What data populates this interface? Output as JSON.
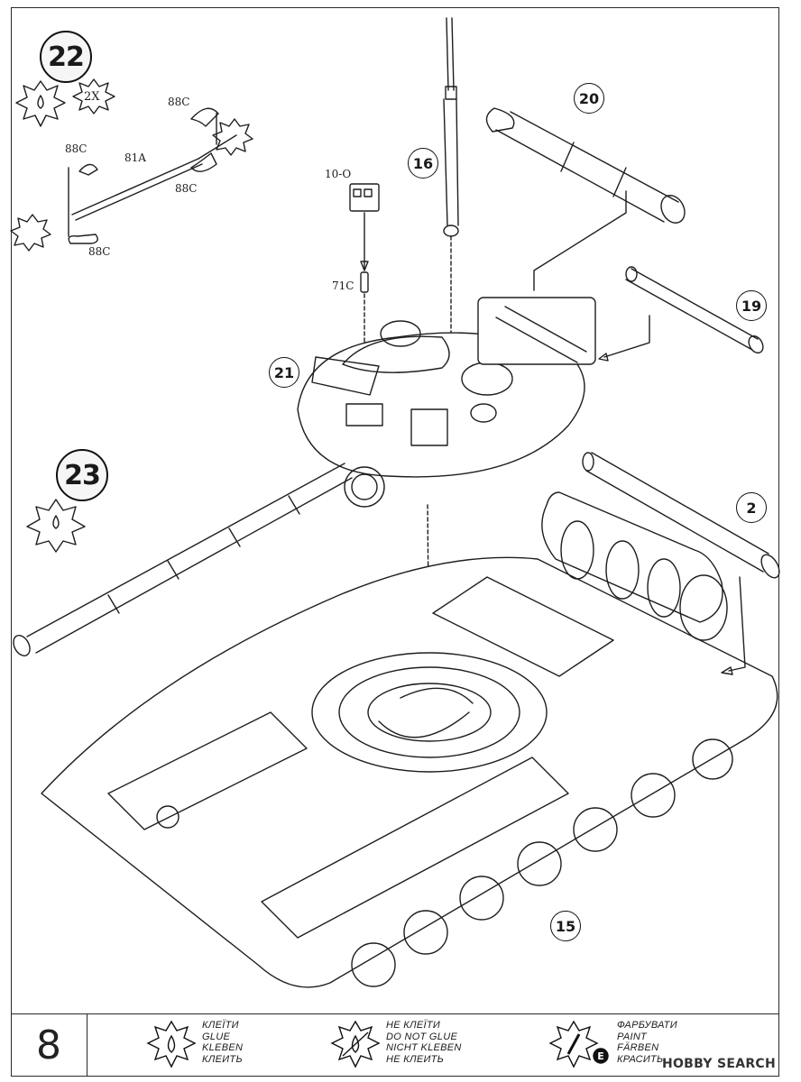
{
  "page": {
    "page_number": "8",
    "watermark": "HOBBY SEARCH"
  },
  "steps": {
    "step22": "22",
    "step22_multiplier": "2X",
    "step23": "23"
  },
  "callouts": {
    "c16": "16",
    "c19": "19",
    "c20": "20",
    "c21": "21",
    "c2": "2",
    "c15": "15"
  },
  "parts": {
    "p88c_a": "88C",
    "p88c_b": "88C",
    "p88c_c": "88C",
    "p88c_d": "88C",
    "p81a": "81A",
    "p10o": "10-O",
    "p71c": "71C"
  },
  "legend": {
    "glue": [
      "КЛЕЇТИ",
      "GLUE",
      "KLEBEN",
      "КЛЕИТЬ"
    ],
    "no_glue": [
      "НЕ КЛЕЇТИ",
      "DO NOT GLUE",
      "NICHT KLEBEN",
      "НЕ КЛЕИТЬ"
    ],
    "paint": [
      "ФАРБУВАТИ",
      "PAINT",
      "FÄRBEN",
      "КРАСИТЬ"
    ],
    "paint_badge": "E"
  },
  "icons": [
    "glue-star-icon",
    "no-glue-star-icon",
    "paint-star-icon"
  ]
}
